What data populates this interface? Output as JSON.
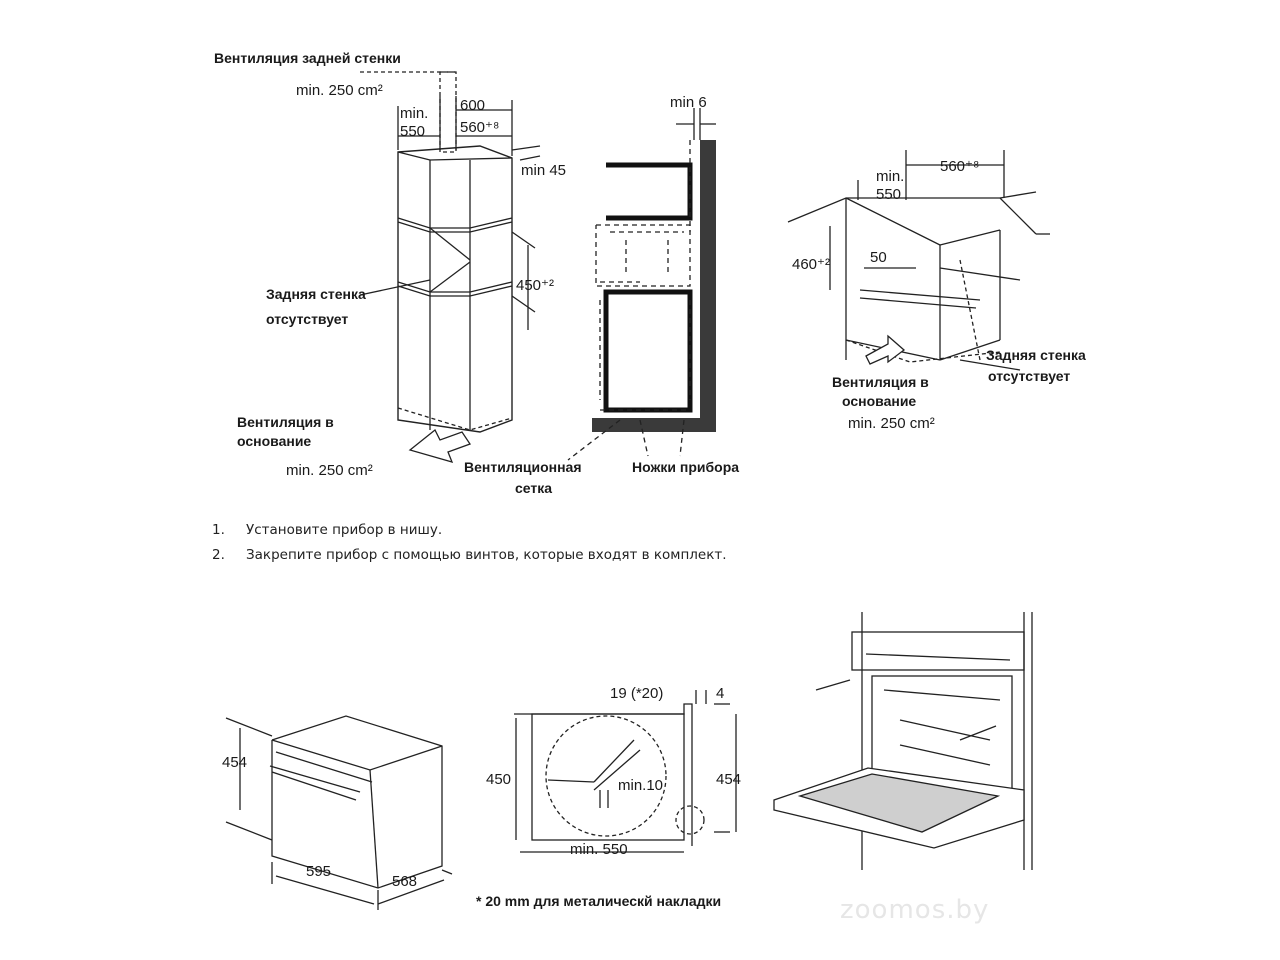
{
  "top": {
    "rear_vent_title": "Вентиляция задней стенки",
    "rear_vent_area": "min. 250 cm²",
    "dim_600": "600",
    "dim_min550_a": "min.",
    "dim_min550_b": "550",
    "dim_560": "560⁺⁸",
    "dim_min45": "min 45",
    "dim_450": "450⁺²",
    "no_back_a": "Задняя стенка",
    "no_back_b": "отсутствует",
    "base_vent_a": "Вентиляция в",
    "base_vent_b": "основание",
    "base_vent_area": "min. 250 cm²",
    "dim_min6": "min 6",
    "grille_a": "Вентиляционная",
    "grille_b": "сетка",
    "feet": "Ножки прибора",
    "r_min": "min.",
    "r_550": "550",
    "r_560": "560⁺⁸",
    "r_460": "460⁺²",
    "r_50": "50",
    "r_no_back_a": "Задняя стенка",
    "r_no_back_b": "отсутствует",
    "r_base_vent_a": "Вентиляция в",
    "r_base_vent_b": "основание",
    "r_base_vent_area": "min. 250 cm²"
  },
  "steps": [
    {
      "num": "1.",
      "text": "Установите прибор в нишу."
    },
    {
      "num": "2.",
      "text": "Закрепите прибор с помощью винтов, которые входят в комплект."
    }
  ],
  "bottom": {
    "d454": "454",
    "d595": "595",
    "d568": "568",
    "d19": "19 (*20)",
    "d4": "4",
    "d450": "450",
    "d454b": "454",
    "dmin10": "min.10",
    "dmin550": "min. 550",
    "note": "* 20 mm для металическй накладки"
  },
  "watermark": "zoomos.by"
}
